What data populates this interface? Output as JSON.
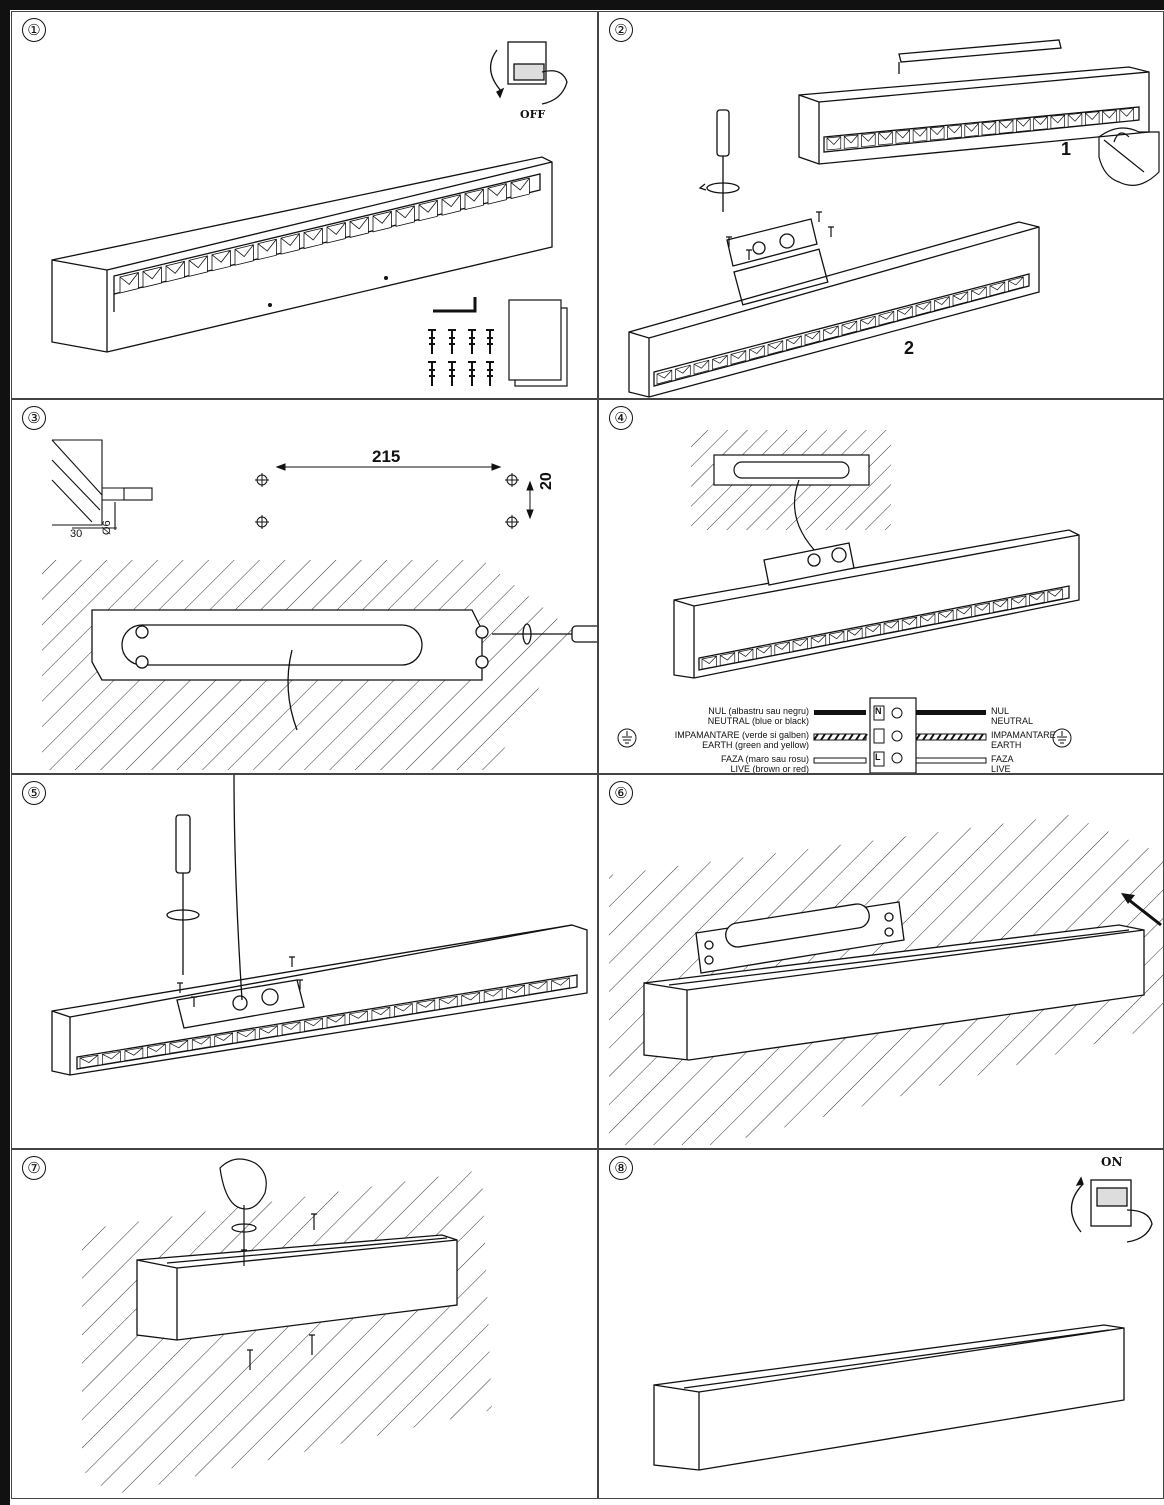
{
  "steps": [
    "①",
    "②",
    "③",
    "④",
    "⑤",
    "⑥",
    "⑦",
    "⑧"
  ],
  "step1": {
    "switch_label": "OFF"
  },
  "step2": {
    "part1": "1",
    "part2": "2"
  },
  "step3": {
    "dim_spacing": "215",
    "dim_height": "20",
    "dim_depth": "30",
    "dim_diameter": "Ø6"
  },
  "step4": {
    "neutral_left_1": "NUL (albastru sau negru)",
    "neutral_left_2": "NEUTRAL (blue or black)",
    "earth_left_1": "IMPAMANTARE (verde si galben)",
    "earth_left_2": "EARTH (green and yellow)",
    "live_left_1": "FAZA (maro sau rosu)",
    "live_left_2": "LIVE (brown or red)",
    "neutral_right_1": "NUL",
    "neutral_right_2": "NEUTRAL",
    "earth_right_1": "IMPAMANTARE",
    "earth_right_2": "EARTH",
    "live_right_1": "FAZA",
    "live_right_2": "LIVE",
    "term_n": "N",
    "term_l": "L"
  },
  "step8": {
    "switch_label": "ON"
  },
  "colors": {
    "line": "#111111",
    "border": "#444444",
    "hatch": "#333333"
  }
}
